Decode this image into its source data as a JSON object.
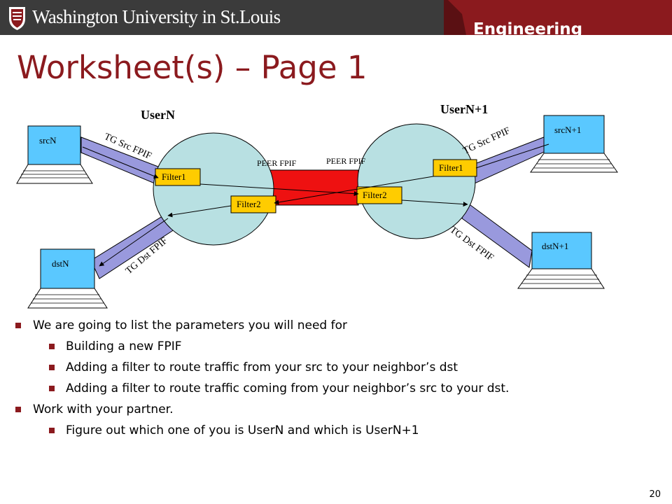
{
  "header": {
    "university": "Washington University in St.Louis",
    "school": "Engineering",
    "colors": {
      "bar": "#3b3b3b",
      "accent": "#8b1a1e"
    },
    "logo_icon": "shield-icon"
  },
  "title": "Worksheet(s) – Page 1",
  "diagram": {
    "user_left": "UserN",
    "user_right": "UserN+1",
    "computers": {
      "src_left": "srcN",
      "dst_left": "dstN",
      "src_right": "srcN+1",
      "dst_right": "dstN+1"
    },
    "links": {
      "tg_src_left": "TG Src FPIF",
      "tg_dst_left": "TG Dst FPIF",
      "tg_src_right": "TG Src FPIF",
      "tg_dst_right": "TG Dst FPIF",
      "peer_left": "PEER FPIF",
      "peer_right": "PEER FPIF"
    },
    "filters": {
      "left_1": "Filter1",
      "left_2": "Filter2",
      "right_1": "Filter1",
      "right_2": "Filter2"
    },
    "colors": {
      "node": "#b8e0e2",
      "link": "#9999dd",
      "peer": "#ee1111",
      "filter": "#ffcc00",
      "screen": "#5ac8ff"
    }
  },
  "bullets": [
    {
      "level": 1,
      "text": "We are going to list the parameters you will need for"
    },
    {
      "level": 2,
      "text": "Building a new FPIF"
    },
    {
      "level": 2,
      "text": "Adding a filter to route traffic from your src to your neighbor’s dst"
    },
    {
      "level": 2,
      "text": "Adding a filter to route traffic coming from your neighbor’s src to your dst."
    },
    {
      "level": 1,
      "text": "Work with your partner."
    },
    {
      "level": 2,
      "text": "Figure out which one of you is UserN and which is UserN+1"
    }
  ],
  "page_number": "20"
}
